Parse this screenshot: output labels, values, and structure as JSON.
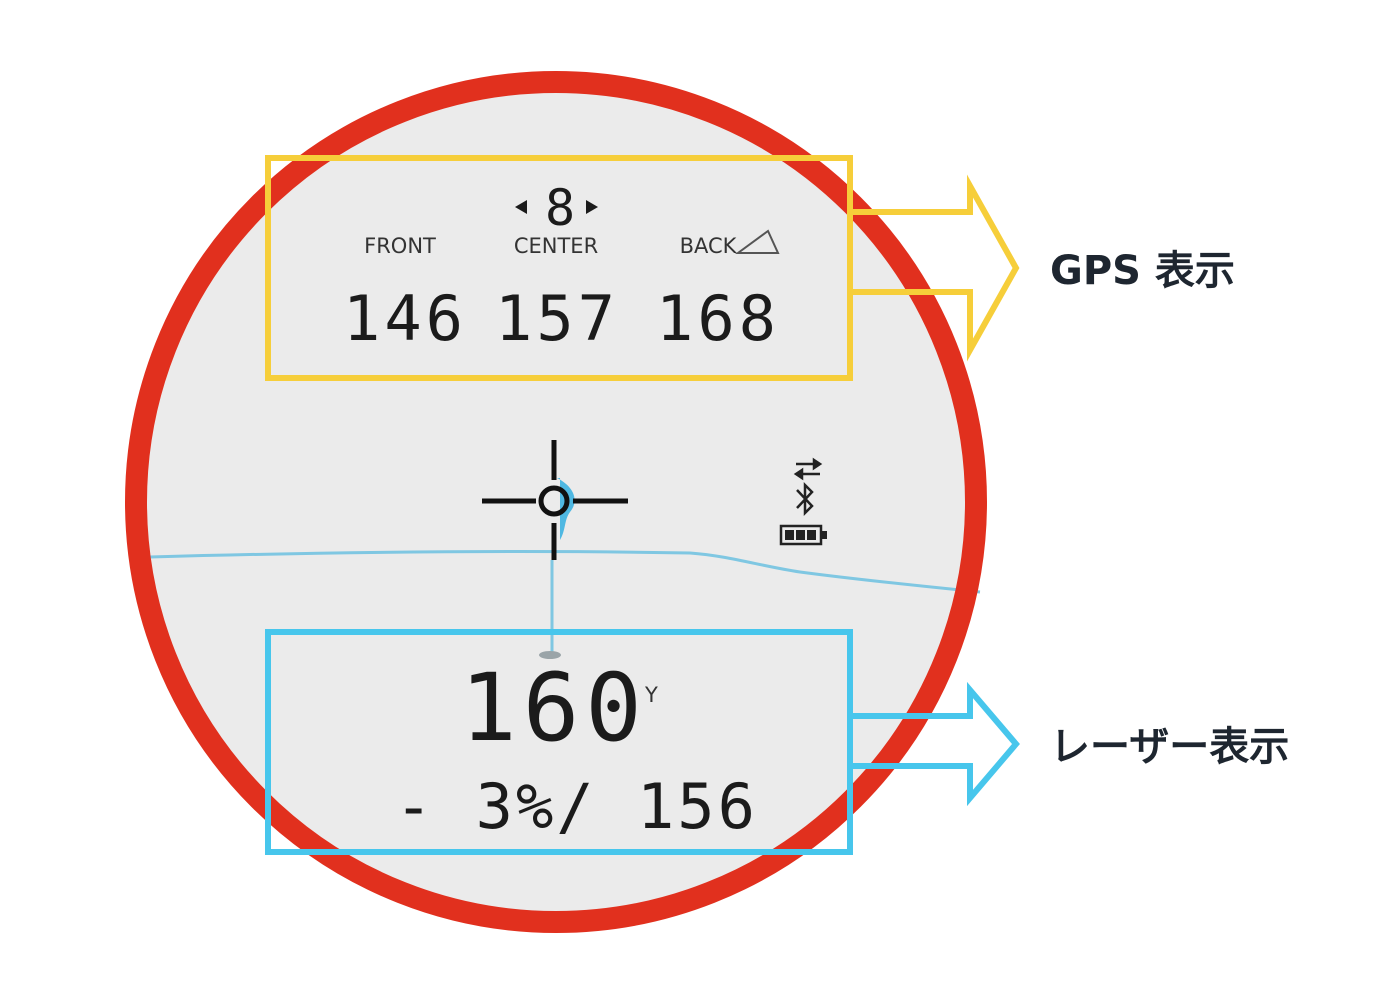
{
  "display": {
    "hole_number": "8",
    "gps": {
      "labels": {
        "front": "FRONT",
        "center": "CENTER",
        "back": "BACK"
      },
      "values": {
        "front": "146",
        "center": "157",
        "back": "168"
      }
    },
    "laser": {
      "distance": "160",
      "unit": "Y",
      "slope_line": "- 3%/ 156"
    }
  },
  "callouts": {
    "gps": "GPS 表示",
    "laser": "レーザー表示"
  },
  "colors": {
    "ring": "#e1301e",
    "lens_bg": "#ebebeb",
    "gps_box": "#f6ce3a",
    "laser_box": "#47c6ec",
    "water_line": "#7fc7e2",
    "flag": "#4fb8e2"
  },
  "icons": [
    "left-arrow-icon",
    "right-arrow-icon",
    "slope-icon",
    "crosshair-icon",
    "flag-icon",
    "sync-icon",
    "bluetooth-icon",
    "battery-icon"
  ]
}
